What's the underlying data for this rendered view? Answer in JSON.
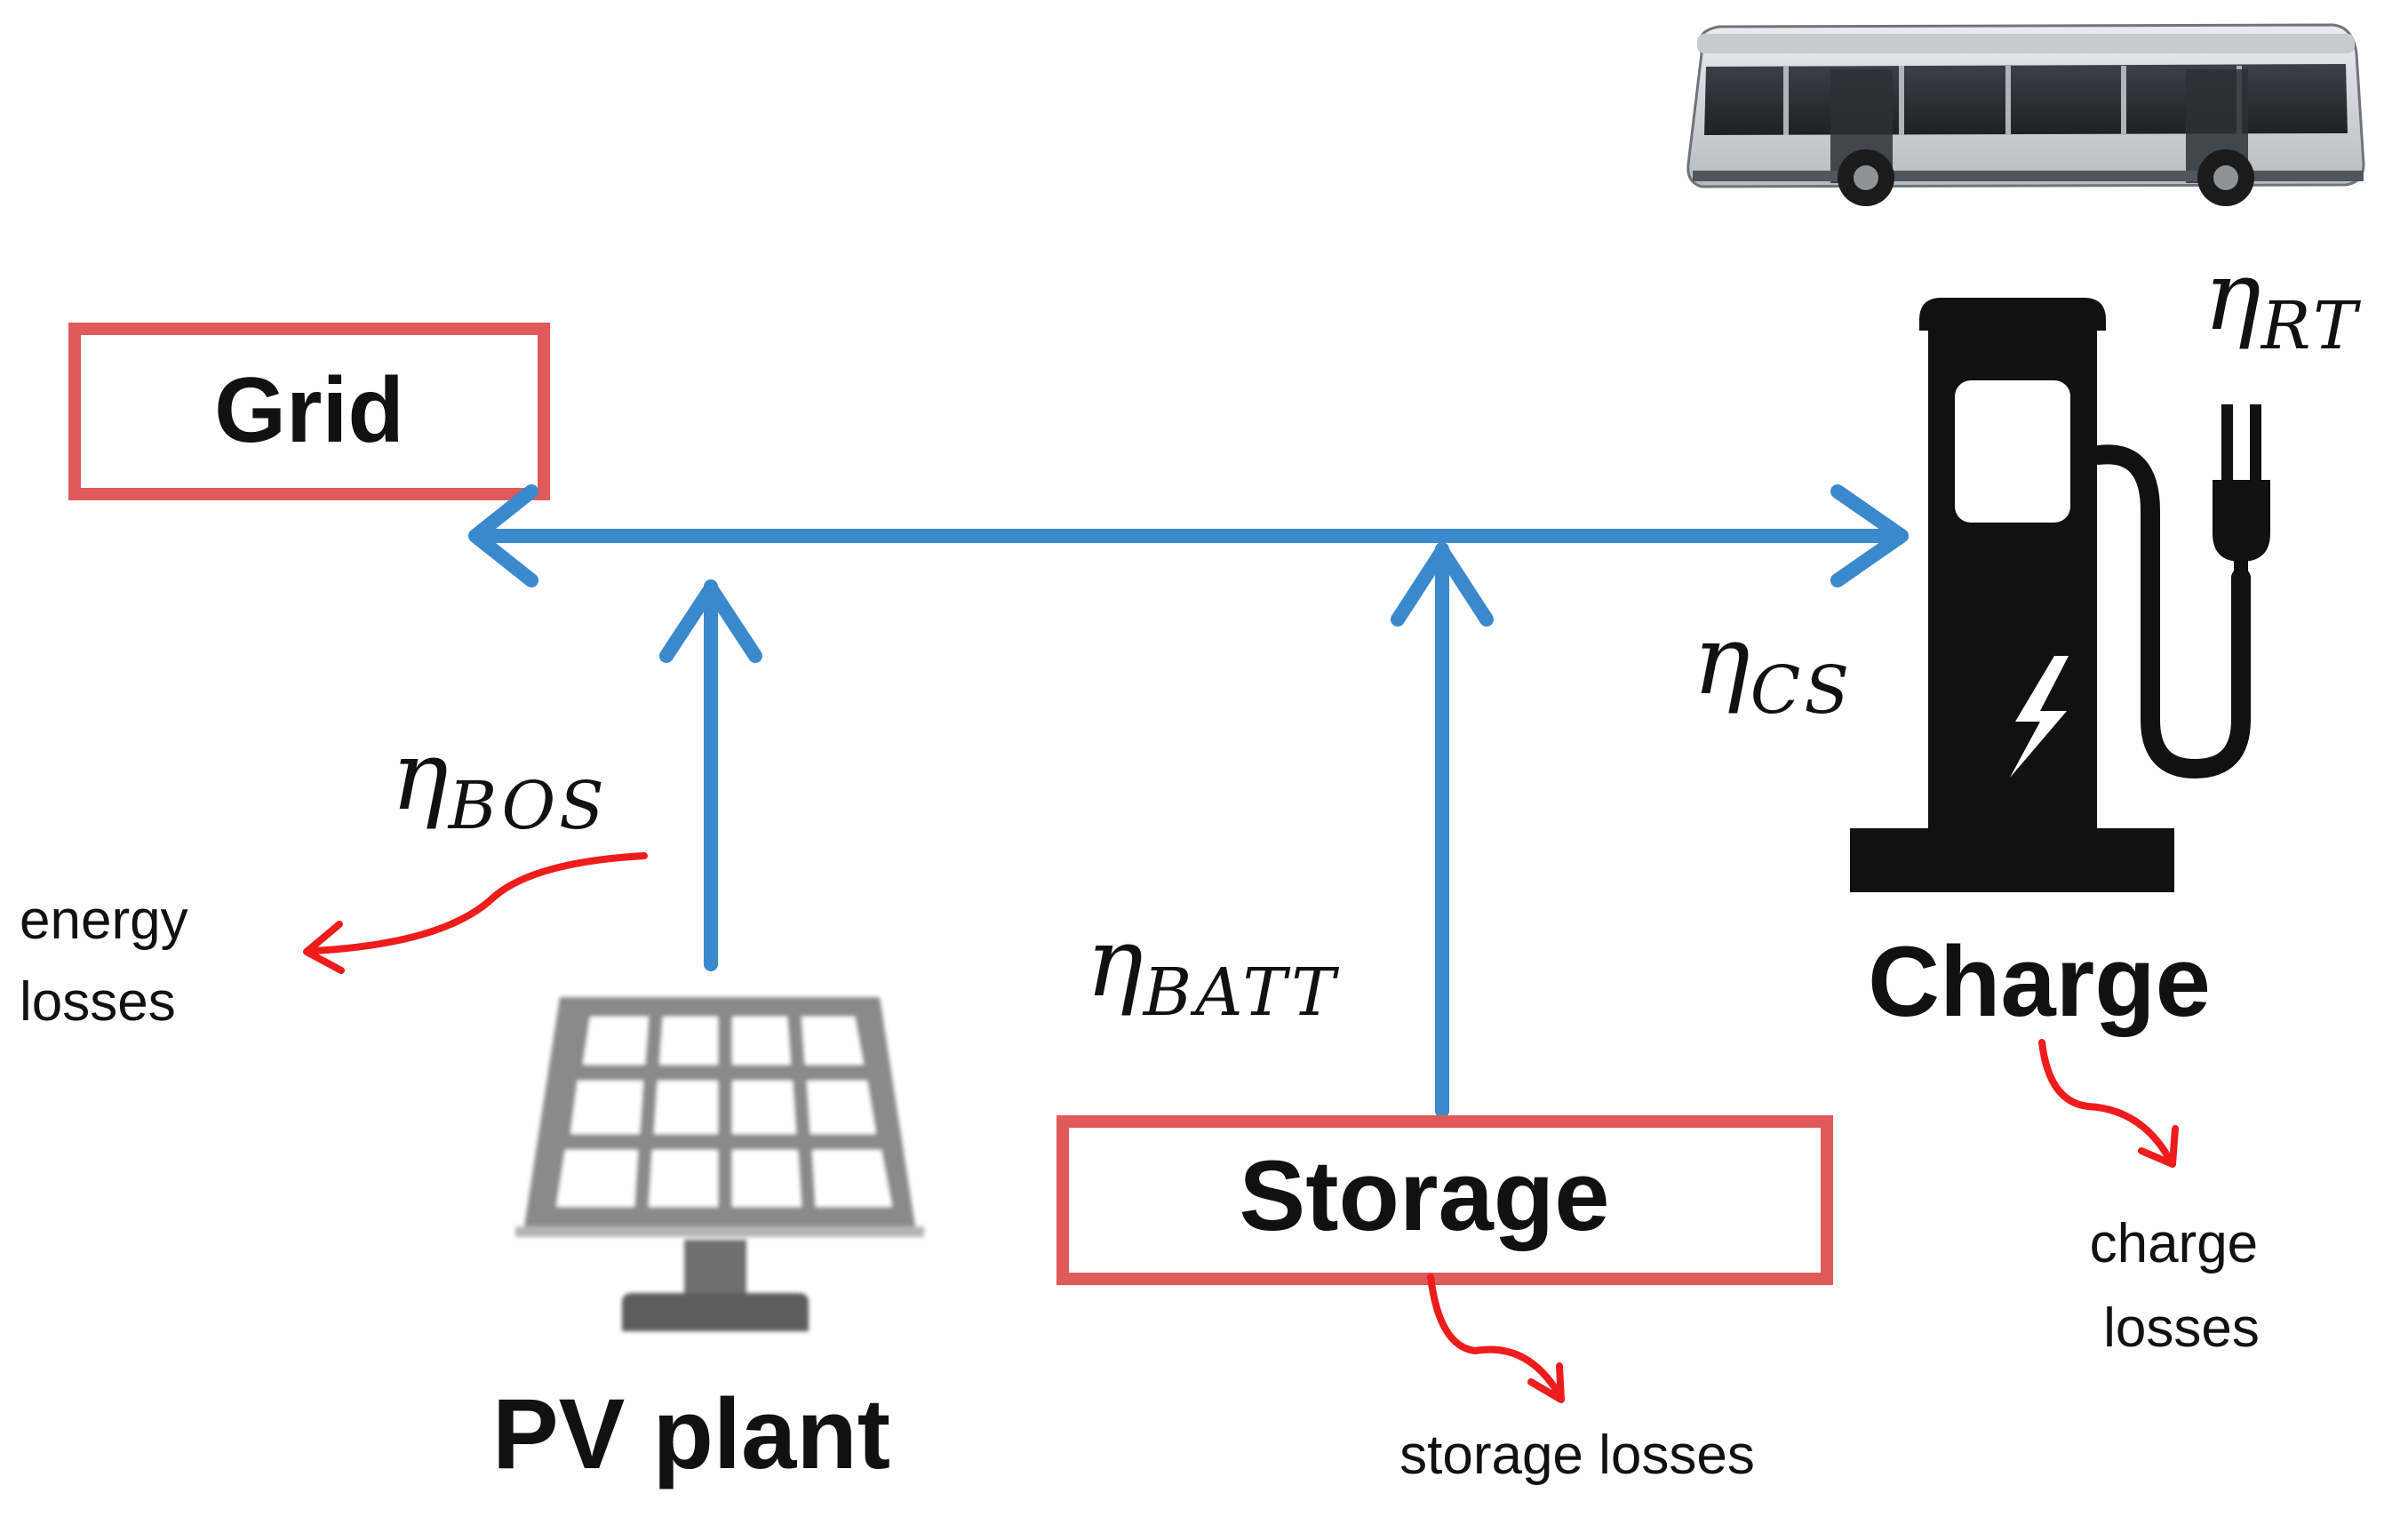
{
  "nodes": {
    "grid": "Grid",
    "storage": "Storage",
    "pv_plant": "PV plant",
    "charge": "Charge"
  },
  "efficiencies": {
    "symbol": "η",
    "bos": "BOS",
    "batt": "BATT",
    "cs": "CS",
    "rt": "RT"
  },
  "losses": {
    "energy_line1": "energy",
    "energy_line2": "losses",
    "storage": "storage losses",
    "charge_line1": "charge",
    "charge_line2": "losses"
  },
  "colors": {
    "flow_arrow": "#3a89cc",
    "loss_arrow": "#ee1c1c",
    "box_border": "#e05a5a",
    "icon_dark": "#111111",
    "panel_gray": "#8a8a8a"
  },
  "icons": {
    "bus": "electric-bus-icon",
    "pv": "solar-panel-icon",
    "charger": "charging-station-icon",
    "plug": "plug-icon",
    "bolt": "lightning-bolt-icon"
  }
}
